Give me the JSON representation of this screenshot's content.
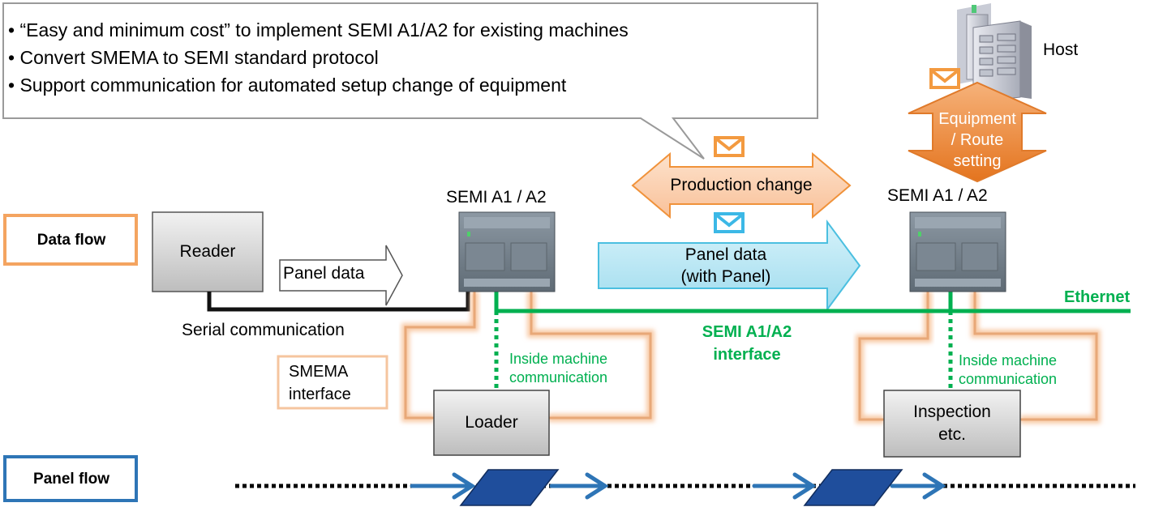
{
  "callout": {
    "bullet": "•",
    "lines": [
      "“Easy and minimum cost” to implement SEMI A1/A2 for existing machines",
      "Convert SMEMA to SEMI standard protocol",
      "Support communication for automated setup change of equipment"
    ]
  },
  "host": {
    "label": "Host",
    "arrow_text": "Equipment\n/ Route\nsetting"
  },
  "flows": {
    "data_flow": "Data flow",
    "panel_flow": "Panel flow"
  },
  "devices": {
    "reader": "Reader",
    "left_plc": "SEMI A1 / A2",
    "right_plc": "SEMI A1 / A2",
    "loader": "Loader",
    "inspection": "Inspection\netc."
  },
  "arrows": {
    "panel_data_small": "Panel data",
    "production_change": "Production change",
    "panel_data_big": "Panel data\n(with Panel)"
  },
  "labels": {
    "serial": "Serial communication",
    "ethernet": "Ethernet",
    "semi_interface": "SEMI A1/A2\ninterface",
    "smema": "SMEMA\ninterface",
    "inside_left": "Inside machine\ncommunication",
    "inside_right": "Inside machine\ncommunication"
  },
  "colors": {
    "orange": "#f0923a",
    "flow_orange": "#f4a460",
    "blue": "#2e75b6",
    "green": "#00b050",
    "light_blue": "#bfeaf5",
    "panel_blue": "#1f4e9c"
  }
}
